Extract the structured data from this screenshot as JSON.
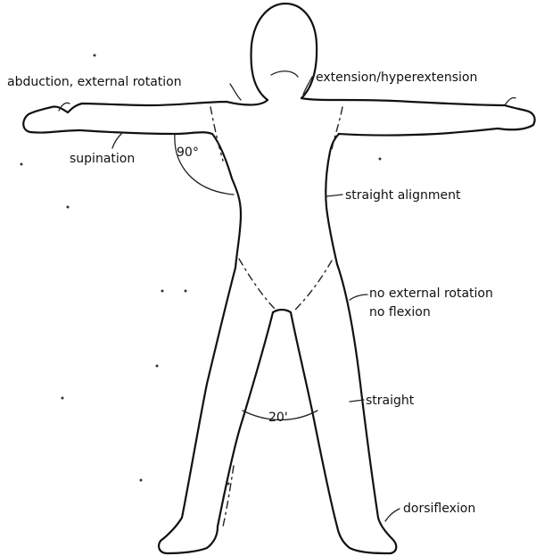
{
  "labels": {
    "abduction": "abduction, external rotation",
    "extension": "extension/hyperextension",
    "supination": "supination",
    "shoulder_angle": "90°",
    "straight_alignment": "straight alignment",
    "no_external_rotation": "no external rotation",
    "no_flexion": "no flexion",
    "leg_angle": "20'",
    "straight": "straight",
    "dorsiflexion": "dorsiflexion"
  }
}
